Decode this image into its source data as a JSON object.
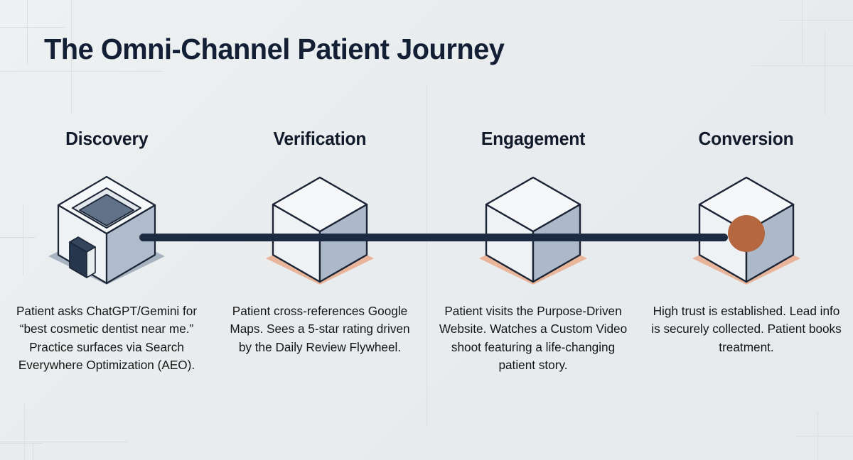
{
  "header": {
    "title": "The Omni-Channel Patient Journey"
  },
  "theme": {
    "background": "#eceff0",
    "title_color": "#131f35",
    "connector_color": "#1d2b42",
    "cube_top": "#f4f6f7",
    "cube_left": "#eef1f3",
    "cube_right": "#aab6c6",
    "outline_color": "#1b2536",
    "shadow_blue": "#9ba8b8",
    "shadow_peach": "#e8b094",
    "accent_circle": "#b5673f",
    "divider_color": "#dadee0",
    "registration_mark_color": "#dcdfe1"
  },
  "steps": [
    {
      "label": "Discovery",
      "icon": "isometric-building-open-top-icon",
      "shadow": "blue",
      "accent": false,
      "caption": "Patient asks ChatGPT/Gemini for “best cosmetic dentist near me.” Practice surfaces via Search Everywhere Optimization (AEO)."
    },
    {
      "label": "Verification",
      "icon": "isometric-cube-icon",
      "shadow": "peach",
      "accent": false,
      "caption": "Patient cross-references Google Maps. Sees a 5-star rating driven by the Daily Review Flywheel."
    },
    {
      "label": "Engagement",
      "icon": "isometric-cube-icon",
      "shadow": "peach",
      "accent": false,
      "caption": "Patient visits the Purpose-Driven Website. Watches a Custom Video shoot featuring a life-changing patient story."
    },
    {
      "label": "Conversion",
      "icon": "isometric-cube-with-node-icon",
      "shadow": "peach",
      "accent": true,
      "caption": "High trust is established. Lead info is securely collected. Patient books treatment."
    }
  ],
  "connectors": [
    {
      "from": "Discovery",
      "to": "Verification"
    },
    {
      "from": "Verification",
      "to": "Engagement"
    },
    {
      "from": "Engagement",
      "to": "Conversion"
    }
  ]
}
